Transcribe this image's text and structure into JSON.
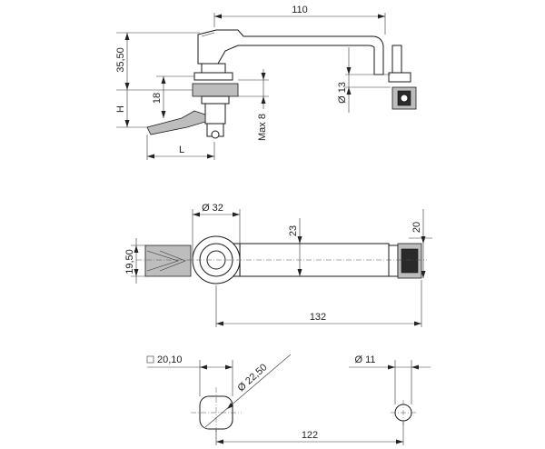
{
  "dimensions": {
    "top_length": "110",
    "height_total": "35,50",
    "h_label": "H",
    "d18": "18",
    "l_label": "L",
    "max8": "Max 8",
    "dia13": "Ø 13",
    "dia32": "Ø 32",
    "d23": "23",
    "d20": "20",
    "d19_50": "19,50",
    "len132": "132",
    "sq20_10": "20,10",
    "dia22_50": "Ø 22,50",
    "dia11": "Ø 11",
    "len122": "122"
  },
  "colors": {
    "line": "#1a1a1a",
    "part_fill": "#bdbdbd",
    "dark_part": "#2a2a2a"
  }
}
